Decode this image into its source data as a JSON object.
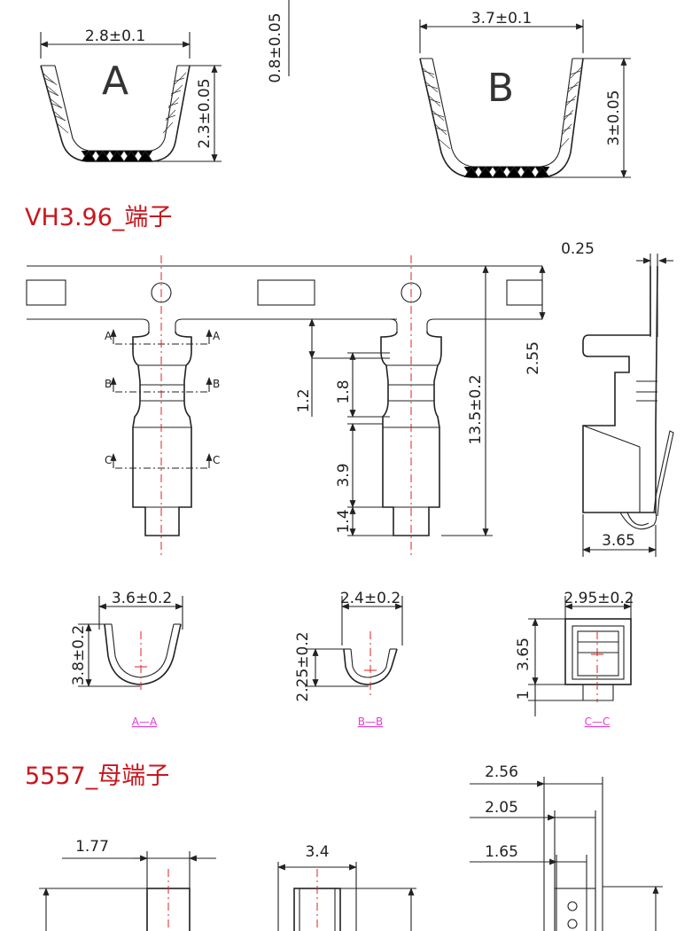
{
  "headings": {
    "vh396": "VH3.96_端子",
    "t5557": "5557_母端子"
  },
  "sectionA": {
    "letter": "A",
    "width": "2.8±0.1",
    "height": "2.3±0.05"
  },
  "sectionB": {
    "letter": "B",
    "width": "3.7±0.1",
    "height": "3±0.05"
  },
  "top_thickness": "0.8±0.05",
  "vh": {
    "cut_a": "A",
    "cut_b": "B",
    "cut_c": "C",
    "dim_1_2": "1.2",
    "dim_1_8": "1.8",
    "dim_3_9": "3.9",
    "dim_1_4": "1.4",
    "dim_total": "13.5±0.2",
    "dim_025": "0.25",
    "dim_255": "2.55",
    "dim_365": "3.65"
  },
  "sec_aa": {
    "width": "3.6±0.2",
    "height": "3.8±0.2",
    "label": "A—A"
  },
  "sec_bb": {
    "width": "2.4±0.2",
    "height": "2.25±0.2",
    "label": "B—B"
  },
  "sec_cc": {
    "width": "2.95±0.2",
    "height": "3.65",
    "base": "1",
    "label": "C—C"
  },
  "t5557": {
    "w177": "1.77",
    "w34": "3.4",
    "w256": "2.56",
    "w205": "2.05",
    "w165": "1.65"
  },
  "colors": {
    "heading": "#c8161d",
    "centerline": "#e02020",
    "section_label": "#e040d0"
  }
}
